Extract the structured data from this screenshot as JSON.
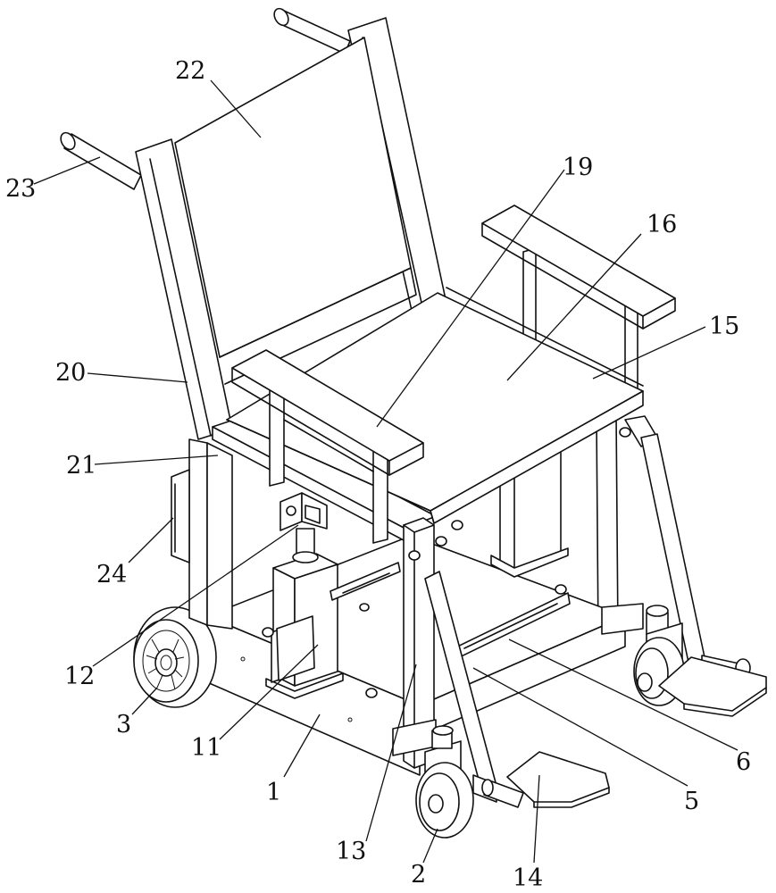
{
  "labels": [
    {
      "id": "n1",
      "text": "1"
    },
    {
      "id": "n2",
      "text": "2"
    },
    {
      "id": "n3",
      "text": "3"
    },
    {
      "id": "n5",
      "text": "5"
    },
    {
      "id": "n6",
      "text": "6"
    },
    {
      "id": "n11",
      "text": "11"
    },
    {
      "id": "n12",
      "text": "12"
    },
    {
      "id": "n13",
      "text": "13"
    },
    {
      "id": "n14",
      "text": "14"
    },
    {
      "id": "n15",
      "text": "15"
    },
    {
      "id": "n16",
      "text": "16"
    },
    {
      "id": "n19",
      "text": "19"
    },
    {
      "id": "n20",
      "text": "20"
    },
    {
      "id": "n21",
      "text": "21"
    },
    {
      "id": "n22",
      "text": "22"
    },
    {
      "id": "n23",
      "text": "23"
    },
    {
      "id": "n24",
      "text": "24"
    }
  ]
}
